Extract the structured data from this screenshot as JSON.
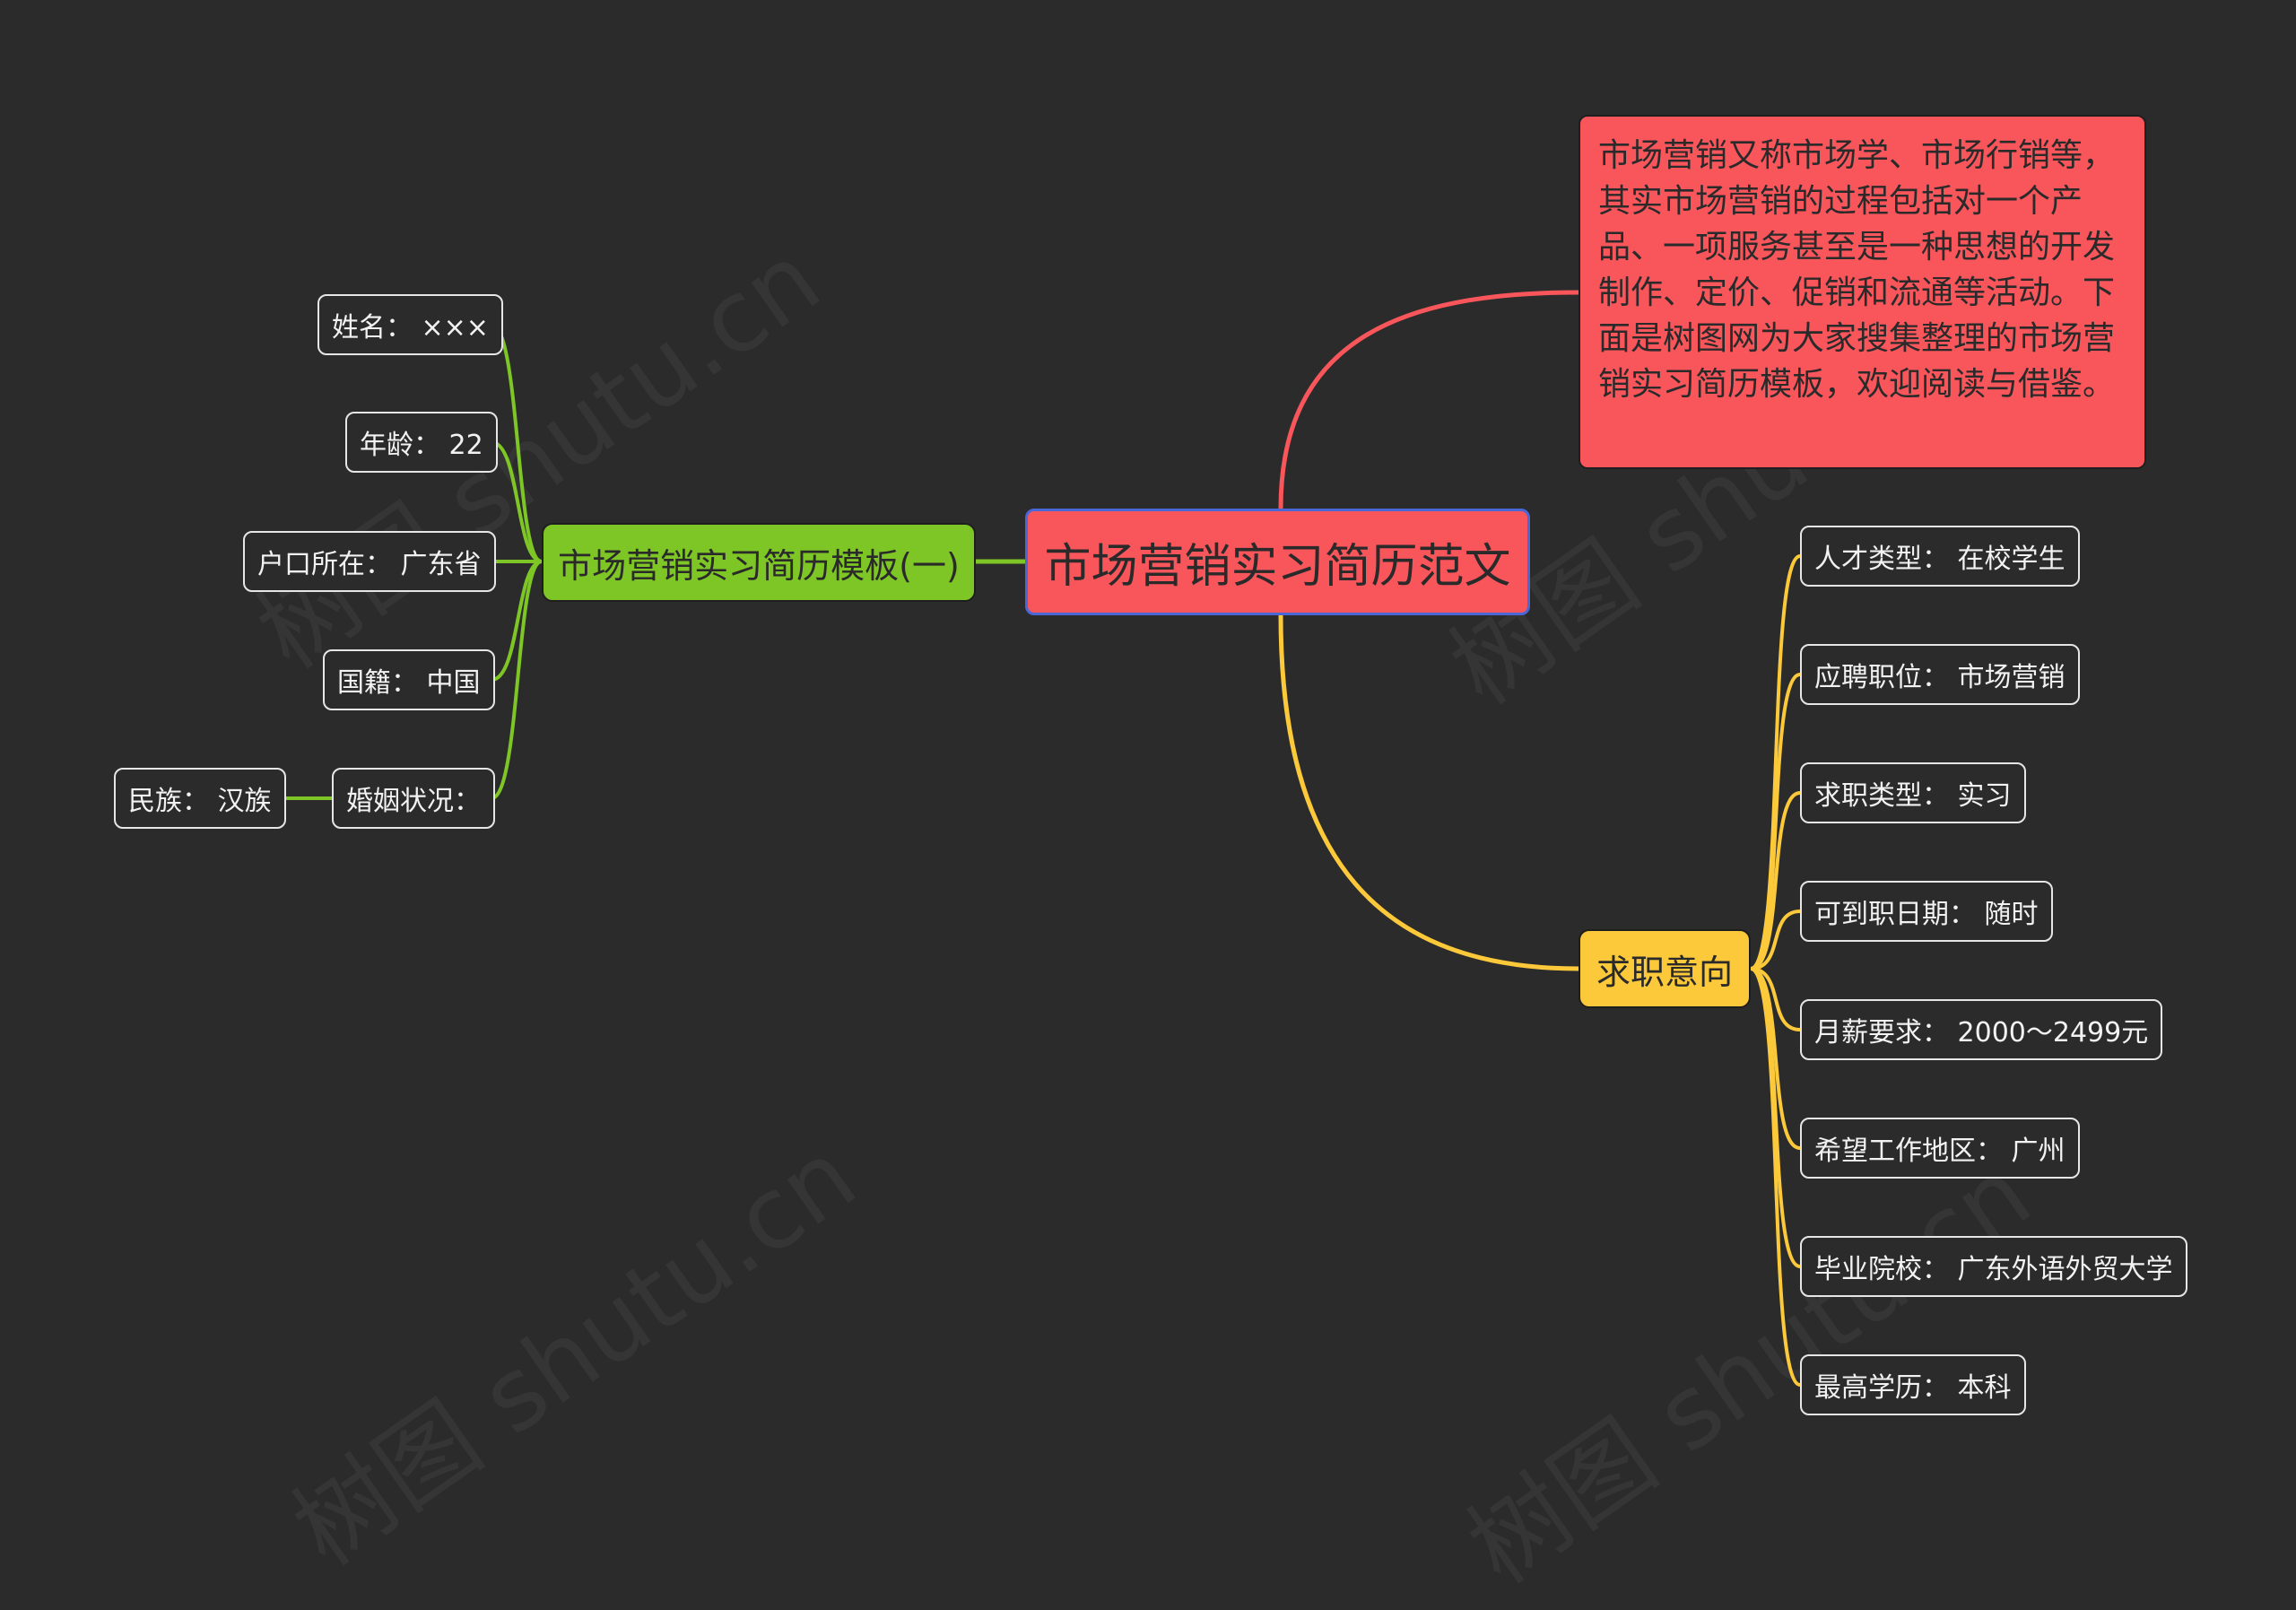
{
  "root": {
    "label": "市场营销实习简历范文"
  },
  "description": "市场营销又称市场学、市场行销等，其实市场营销的过程包括对一个产品、一项服务甚至是一种思想的开发制作、定价、促销和流通等活动。下面是树图网为大家搜集整理的市场营销实习简历模板，欢迎阅读与借鉴。",
  "left_branch": {
    "label": "市场营销实习简历模板(一)",
    "items": [
      {
        "label": "姓名：  ×××"
      },
      {
        "label": "年龄：  22"
      },
      {
        "label": "户口所在：  广东省"
      },
      {
        "label": "国籍：  中国"
      },
      {
        "label": "婚姻状况："
      }
    ],
    "sub_item": {
      "label": "民族：  汉族"
    }
  },
  "right_branch": {
    "label": "求职意向",
    "items": [
      {
        "label": "人才类型：  在校学生"
      },
      {
        "label": "应聘职位：  市场营销"
      },
      {
        "label": "求职类型：  实习"
      },
      {
        "label": "可到职日期：  随时"
      },
      {
        "label": "月薪要求：  2000～2499元"
      },
      {
        "label": "希望工作地区：  广州"
      },
      {
        "label": "毕业院校：  广东外语外贸大学"
      },
      {
        "label": "最高学历：  本科"
      }
    ]
  },
  "watermark": "树图 shutu.cn",
  "colors": {
    "background": "#2b2b2b",
    "root": "#f9565c",
    "green": "#7ec625",
    "yellow": "#fcc93a",
    "leaf_border": "#e6e6e6"
  }
}
